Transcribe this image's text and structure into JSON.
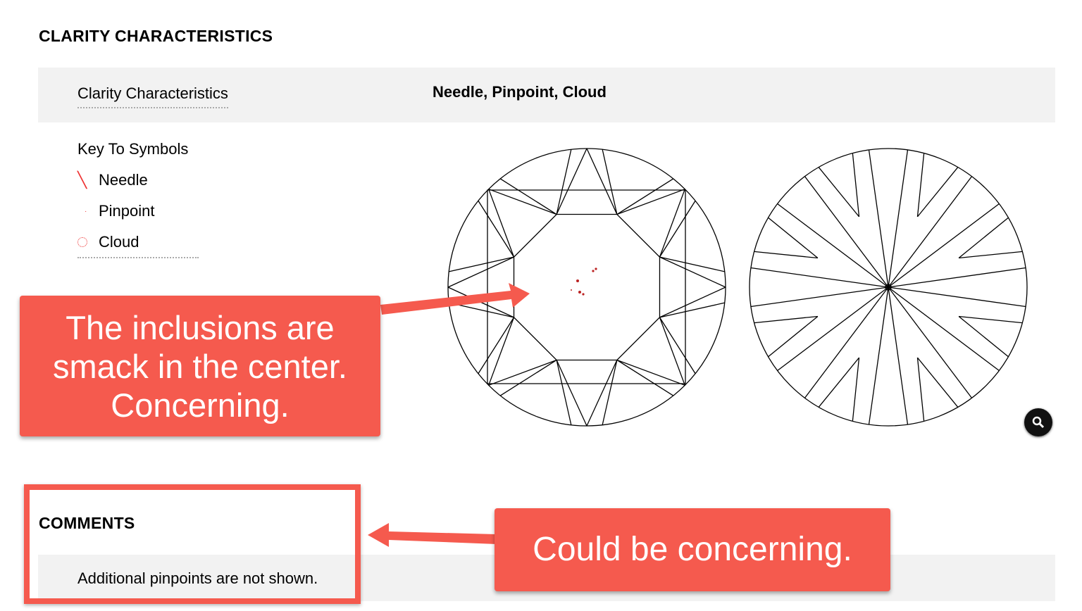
{
  "section_title": "CLARITY CHARACTERISTICS",
  "row": {
    "label": "Clarity Characteristics",
    "value": "Needle, Pinpoint, Cloud"
  },
  "key": {
    "title": "Key To Symbols",
    "items": [
      {
        "label": "Needle",
        "icon": "needle-icon"
      },
      {
        "label": "Pinpoint",
        "icon": "pinpoint-icon"
      },
      {
        "label": "Cloud",
        "icon": "cloud-icon"
      }
    ]
  },
  "comments": {
    "title": "COMMENTS",
    "text": "Additional pinpoints are not shown."
  },
  "callouts": {
    "top": "The inclusions are smack in the center. Concerning.",
    "bottom": "Could be concerning."
  },
  "colors": {
    "callout": "#f55a4e",
    "inclusion": "#cc2222"
  }
}
